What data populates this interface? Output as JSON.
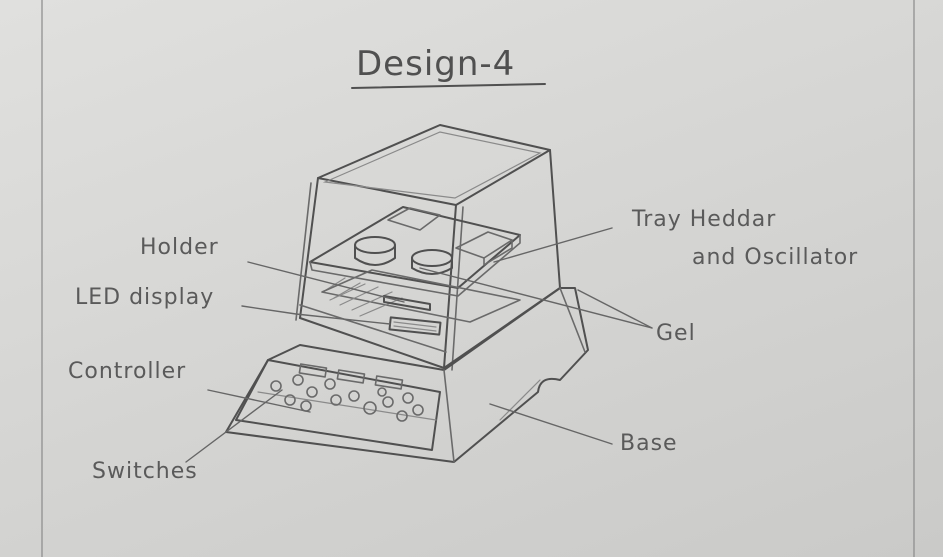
{
  "title": "Design-4",
  "labels": {
    "holder": "Holder",
    "led_display": "LED display",
    "controller": "Controller",
    "switches": "Switches",
    "tray": "Tray Heddar",
    "oscillator": "and Oscillator",
    "gel": "Gel",
    "base": "Base"
  }
}
